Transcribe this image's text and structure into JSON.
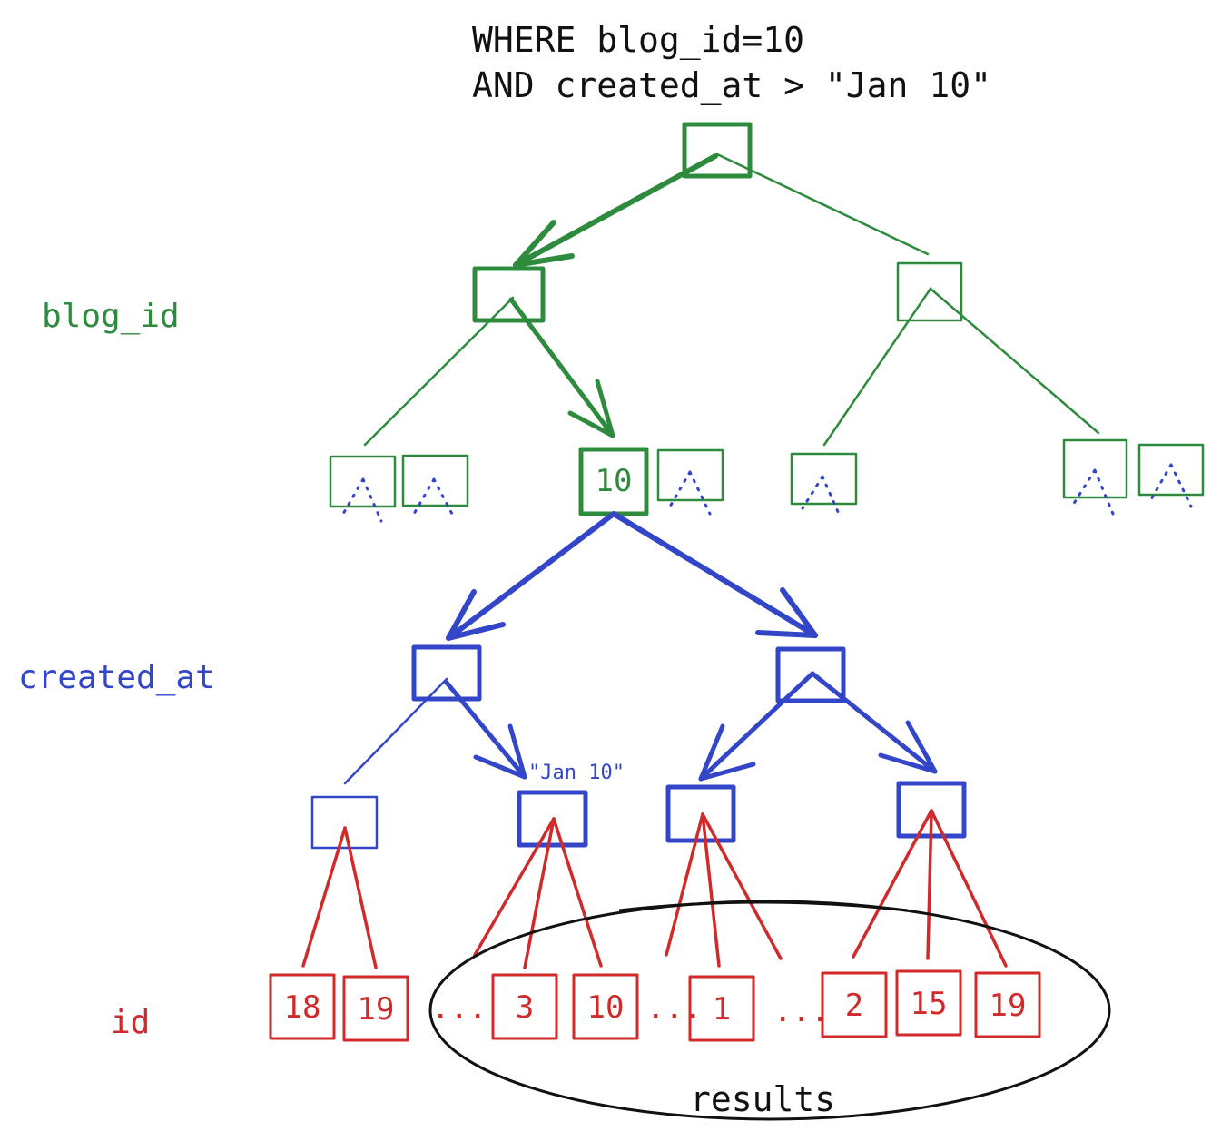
{
  "query": {
    "line1": "WHERE blog_id=10",
    "line2": "AND created_at > \"Jan 10\""
  },
  "levels": {
    "blog_id": "blog_id",
    "created_at": "created_at",
    "id": "id"
  },
  "annotations": {
    "start_key": "\"Jan 10\"",
    "results": "results"
  },
  "nodes": {
    "blog_leaf": "10"
  },
  "ids": {
    "a": "18",
    "b": "19",
    "c": "3",
    "d": "10",
    "e": "1",
    "f": "2",
    "g": "15",
    "h": "19"
  },
  "ellipsis": "...",
  "colors": {
    "blog_id": "#2e8b3e",
    "created_at": "#3346c8",
    "id": "#d12a2a",
    "text": "#111111"
  }
}
